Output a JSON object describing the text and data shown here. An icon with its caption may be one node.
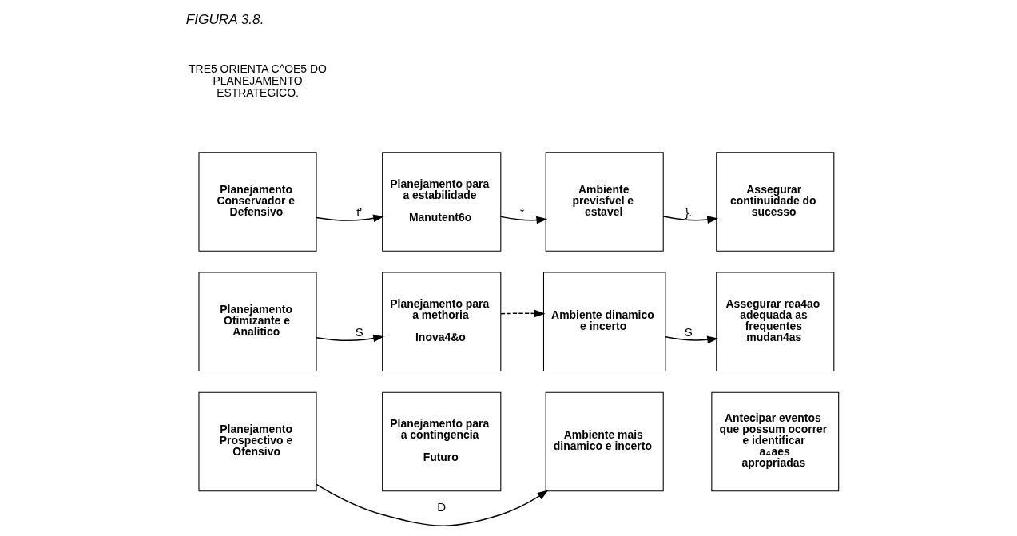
{
  "diagram": {
    "title": "FIGURA 3.8.",
    "nodes": [
      {
        "text": [
          "Planejamento Conservador e Defensivo"
        ]
      },
      {
        "text": [
          "Planejamento para a estabilidade",
          "Manutent6o"
        ]
      },
      {
        "text": [
          "Ambiente previsfvel e estavel"
        ]
      },
      {
        "text": [
          "**Assegurar** continuidade do **sucesso**"
        ]
      },
      {
        "text": [
          "Planejamento Otimizante e Analitico"
        ]
      },
      {
        "text": [
          "Planejamento para a methoria",
          "Inova4&o"
        ]
      },
      {
        "text": [
          "Ambiente dinamico e incerto"
        ]
      },
      {
        "text": [
          "Assegurar rea4ao adequada as frequentes mudan4as"
        ]
      },
      {
        "text": [
          "Planejamento Prospectivo e Ofensivo"
        ]
      },
      {
        "text": [
          "Planejamento para a contingencia",
          "Futuro"
        ]
      },
      {
        "text": [
          "Ambiente mais dinamico e incerto"
        ]
      },
      {
        "text": [
          "Antecipar eventos que possum ocorrer e identificar a$_{4}$aes apropriadas"
        ]
      }
    ],
    "edges": [
      {
        "from": 0,
        "to": 1,
        "arrow": "to",
        "label": "t'"
      },
      {
        "from": 1,
        "to": 2,
        "arrow": "to",
        "label": "*"
      },
      {
        "from": 2,
        "to": 3,
        "arrow": "to",
        "label": "}."
      },
      {
        "from": 4,
        "to": 5,
        "arrow": "to",
        "label": "S"
      },
      {
        "from": 5,
        "to": 6,
        "arrow": "to",
        "style": "dashed"
      },
      {
        "from": 6,
        "to": 7,
        "arrow": "to",
        "label": "S"
      },
      {
        "from": 8,
        "to": 10,
        "arrow": "to",
        "label": "D"
      }
    ],
    "labels": [
      "TRE5 ORIENTA C^OE5 DO PLANEJAMENTO ESTRATEGICO."
    ]
  }
}
